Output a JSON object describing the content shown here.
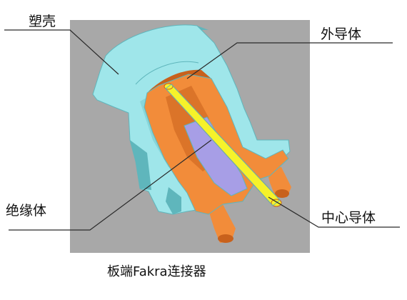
{
  "labels": {
    "shell": "塑壳",
    "outer_conductor": "外导体",
    "insulator": "绝缘体",
    "center_conductor": "中心导体"
  },
  "caption": "板端Fakra连接器",
  "colors": {
    "panel": "#a8a8a8",
    "plastic_shell": "#9fe6ea",
    "plastic_shell_dark": "#5fb6bc",
    "outer_conductor": "#f28c3a",
    "outer_conductor_dark": "#c8611c",
    "insulator": "#a79ee6",
    "center_conductor": "#f6f22a",
    "leader_line": "#2a2a2a"
  }
}
